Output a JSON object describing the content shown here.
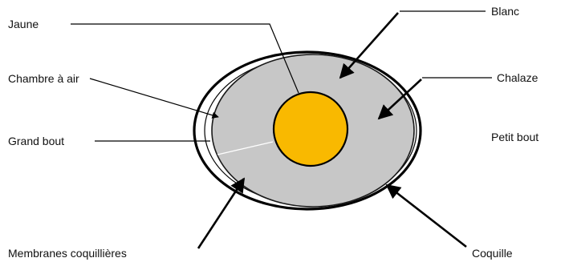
{
  "labels": {
    "jaune": "Jaune",
    "chambre_a_air": "Chambre à air",
    "grand_bout": "Grand bout",
    "membranes_coquillieres": "Membranes coquillières",
    "blanc": "Blanc",
    "chalaze": "Chalaze",
    "petit_bout": "Petit bout",
    "coquille": "Coquille"
  },
  "colors": {
    "yolk": "#f9b900",
    "albumen": "#c7c7c7",
    "shell_outline": "#000000",
    "background": "#ffffff"
  }
}
